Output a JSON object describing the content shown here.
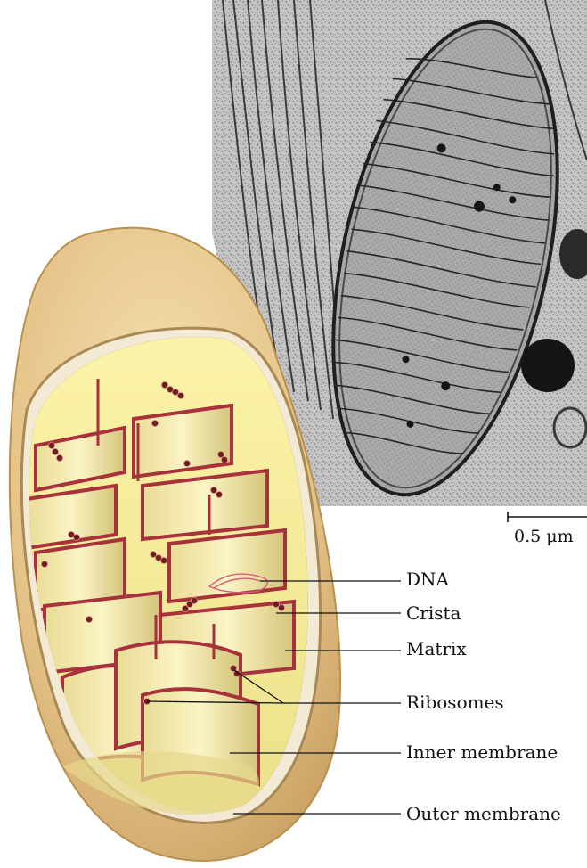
{
  "labels": {
    "dna": "DNA",
    "crista": "Crista",
    "matrix": "Matrix",
    "ribosomes": "Ribosomes",
    "inner_membrane": "Inner membrane",
    "outer_membrane": "Outer membrane"
  },
  "scale_bar": {
    "text": "0.5 μm"
  },
  "colors": {
    "outer_membrane": "#e8c98c",
    "inner_membrane": "#c9a25a",
    "matrix": "#f6ec9a",
    "crista_edge": "#a8323c",
    "ribosome": "#6b1d22",
    "micrograph_bg": "#b9b9b9",
    "micrograph_membrane": "#2e2e2e"
  }
}
